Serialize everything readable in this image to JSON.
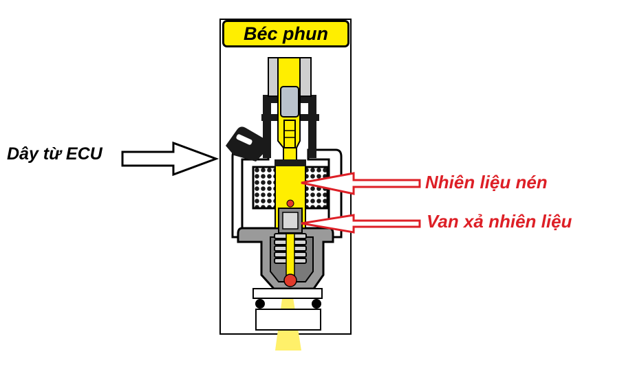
{
  "title": "Béc phun",
  "labels": {
    "ecu_wire": "Dây từ ECU",
    "compressed_fuel": "Nhiên liệu nén",
    "release_valve": "Van xả nhiên liệu"
  },
  "colors": {
    "fuel_yellow": "#ffee00",
    "label_red": "#dd1f26",
    "body_gray": "#9a9a9a",
    "outline": "#000000"
  },
  "icons": {
    "ecu_arrow": "outline-arrow-right",
    "fuel_arrow": "outline-arrow-left",
    "valve_arrow": "outline-arrow-left"
  }
}
